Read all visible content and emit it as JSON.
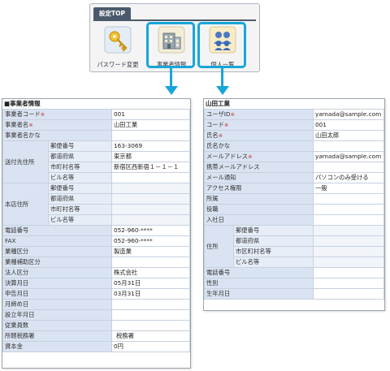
{
  "settings_panel": {
    "tab_label": "設定TOP",
    "items": [
      {
        "label": "パスワード変更",
        "icon": "key-icon"
      },
      {
        "label": "事業者情報",
        "icon": "building-icon"
      },
      {
        "label": "個人一覧",
        "icon": "people-icon"
      }
    ]
  },
  "business_info": {
    "title": "■事業者情報",
    "required_mark": "※",
    "rows": {
      "code": {
        "label": "事業者コード",
        "value": "001"
      },
      "name": {
        "label": "事業者名",
        "value": "山田工業"
      },
      "kana": {
        "label": "事業者名かな",
        "value": ""
      },
      "send_address": {
        "label": "送付先住所",
        "postal": {
          "label": "郵便番号",
          "value": "163-3069"
        },
        "pref": {
          "label": "都道府県",
          "value": "東京都"
        },
        "city": {
          "label": "市町村名等",
          "value": "新宿区西新宿１－１－１"
        },
        "building": {
          "label": "ビル名等",
          "value": ""
        }
      },
      "hq_address": {
        "label": "本店住所",
        "postal": {
          "label": "郵便番号",
          "value": ""
        },
        "pref": {
          "label": "都道府県",
          "value": ""
        },
        "city": {
          "label": "市町村名等",
          "value": ""
        },
        "building": {
          "label": "ビル名等",
          "value": ""
        }
      },
      "phone": {
        "label": "電話番号",
        "value": "052-960-****"
      },
      "fax": {
        "label": "FAX",
        "value": "052-960-****"
      },
      "industry": {
        "label": "業種区分",
        "value": "製造業"
      },
      "industry_sub": {
        "label": "業種補助区分",
        "value": ""
      },
      "corp_type": {
        "label": "法人区分",
        "value": "株式会社"
      },
      "fiscal_end": {
        "label": "決算月日",
        "value": "05月31日"
      },
      "filing_date": {
        "label": "申告月日",
        "value": "03月31日"
      },
      "month_date": {
        "label": "月締め日",
        "value": ""
      },
      "founded": {
        "label": "設立年月日",
        "value": ""
      },
      "employees": {
        "label": "従業員数",
        "value": ""
      },
      "tax_office": {
        "label": "所轄税務署",
        "value": "税務署"
      },
      "capital": {
        "label": "資本金",
        "value": "0円"
      }
    }
  },
  "person_info": {
    "title": "山田工業",
    "required_mark": "※",
    "rows": {
      "user_id": {
        "label": "ユーザID",
        "value": "yamada@sample.com"
      },
      "code": {
        "label": "コード",
        "value": "001"
      },
      "name": {
        "label": "氏名",
        "value": "山田太郎"
      },
      "kana": {
        "label": "氏名かな",
        "value": ""
      },
      "email": {
        "label": "メールアドレス",
        "value": "yamada@sample.com"
      },
      "mobile_email": {
        "label": "携帯メールアドレス",
        "value": ""
      },
      "mail_notify": {
        "label": "メール通知",
        "value": "パソコンのみ受ける"
      },
      "access": {
        "label": "アクセス権限",
        "value": "一般"
      },
      "dept": {
        "label": "所属",
        "value": ""
      },
      "position": {
        "label": "役職",
        "value": ""
      },
      "join_date": {
        "label": "入社日",
        "value": ""
      },
      "address": {
        "label": "住所",
        "postal": {
          "label": "郵便番号",
          "value": ""
        },
        "pref": {
          "label": "都道府県",
          "value": ""
        },
        "city": {
          "label": "市区町村名等",
          "value": ""
        },
        "building": {
          "label": "ビル名等",
          "value": ""
        }
      },
      "phone": {
        "label": "電話番号",
        "value": ""
      },
      "gender": {
        "label": "性別",
        "value": ""
      },
      "birthday": {
        "label": "生年月日",
        "value": ""
      }
    }
  },
  "colors": {
    "accent": "#17a6d8",
    "header_bg": "#4a5a6c",
    "label_bg": "#d9e3f1"
  }
}
